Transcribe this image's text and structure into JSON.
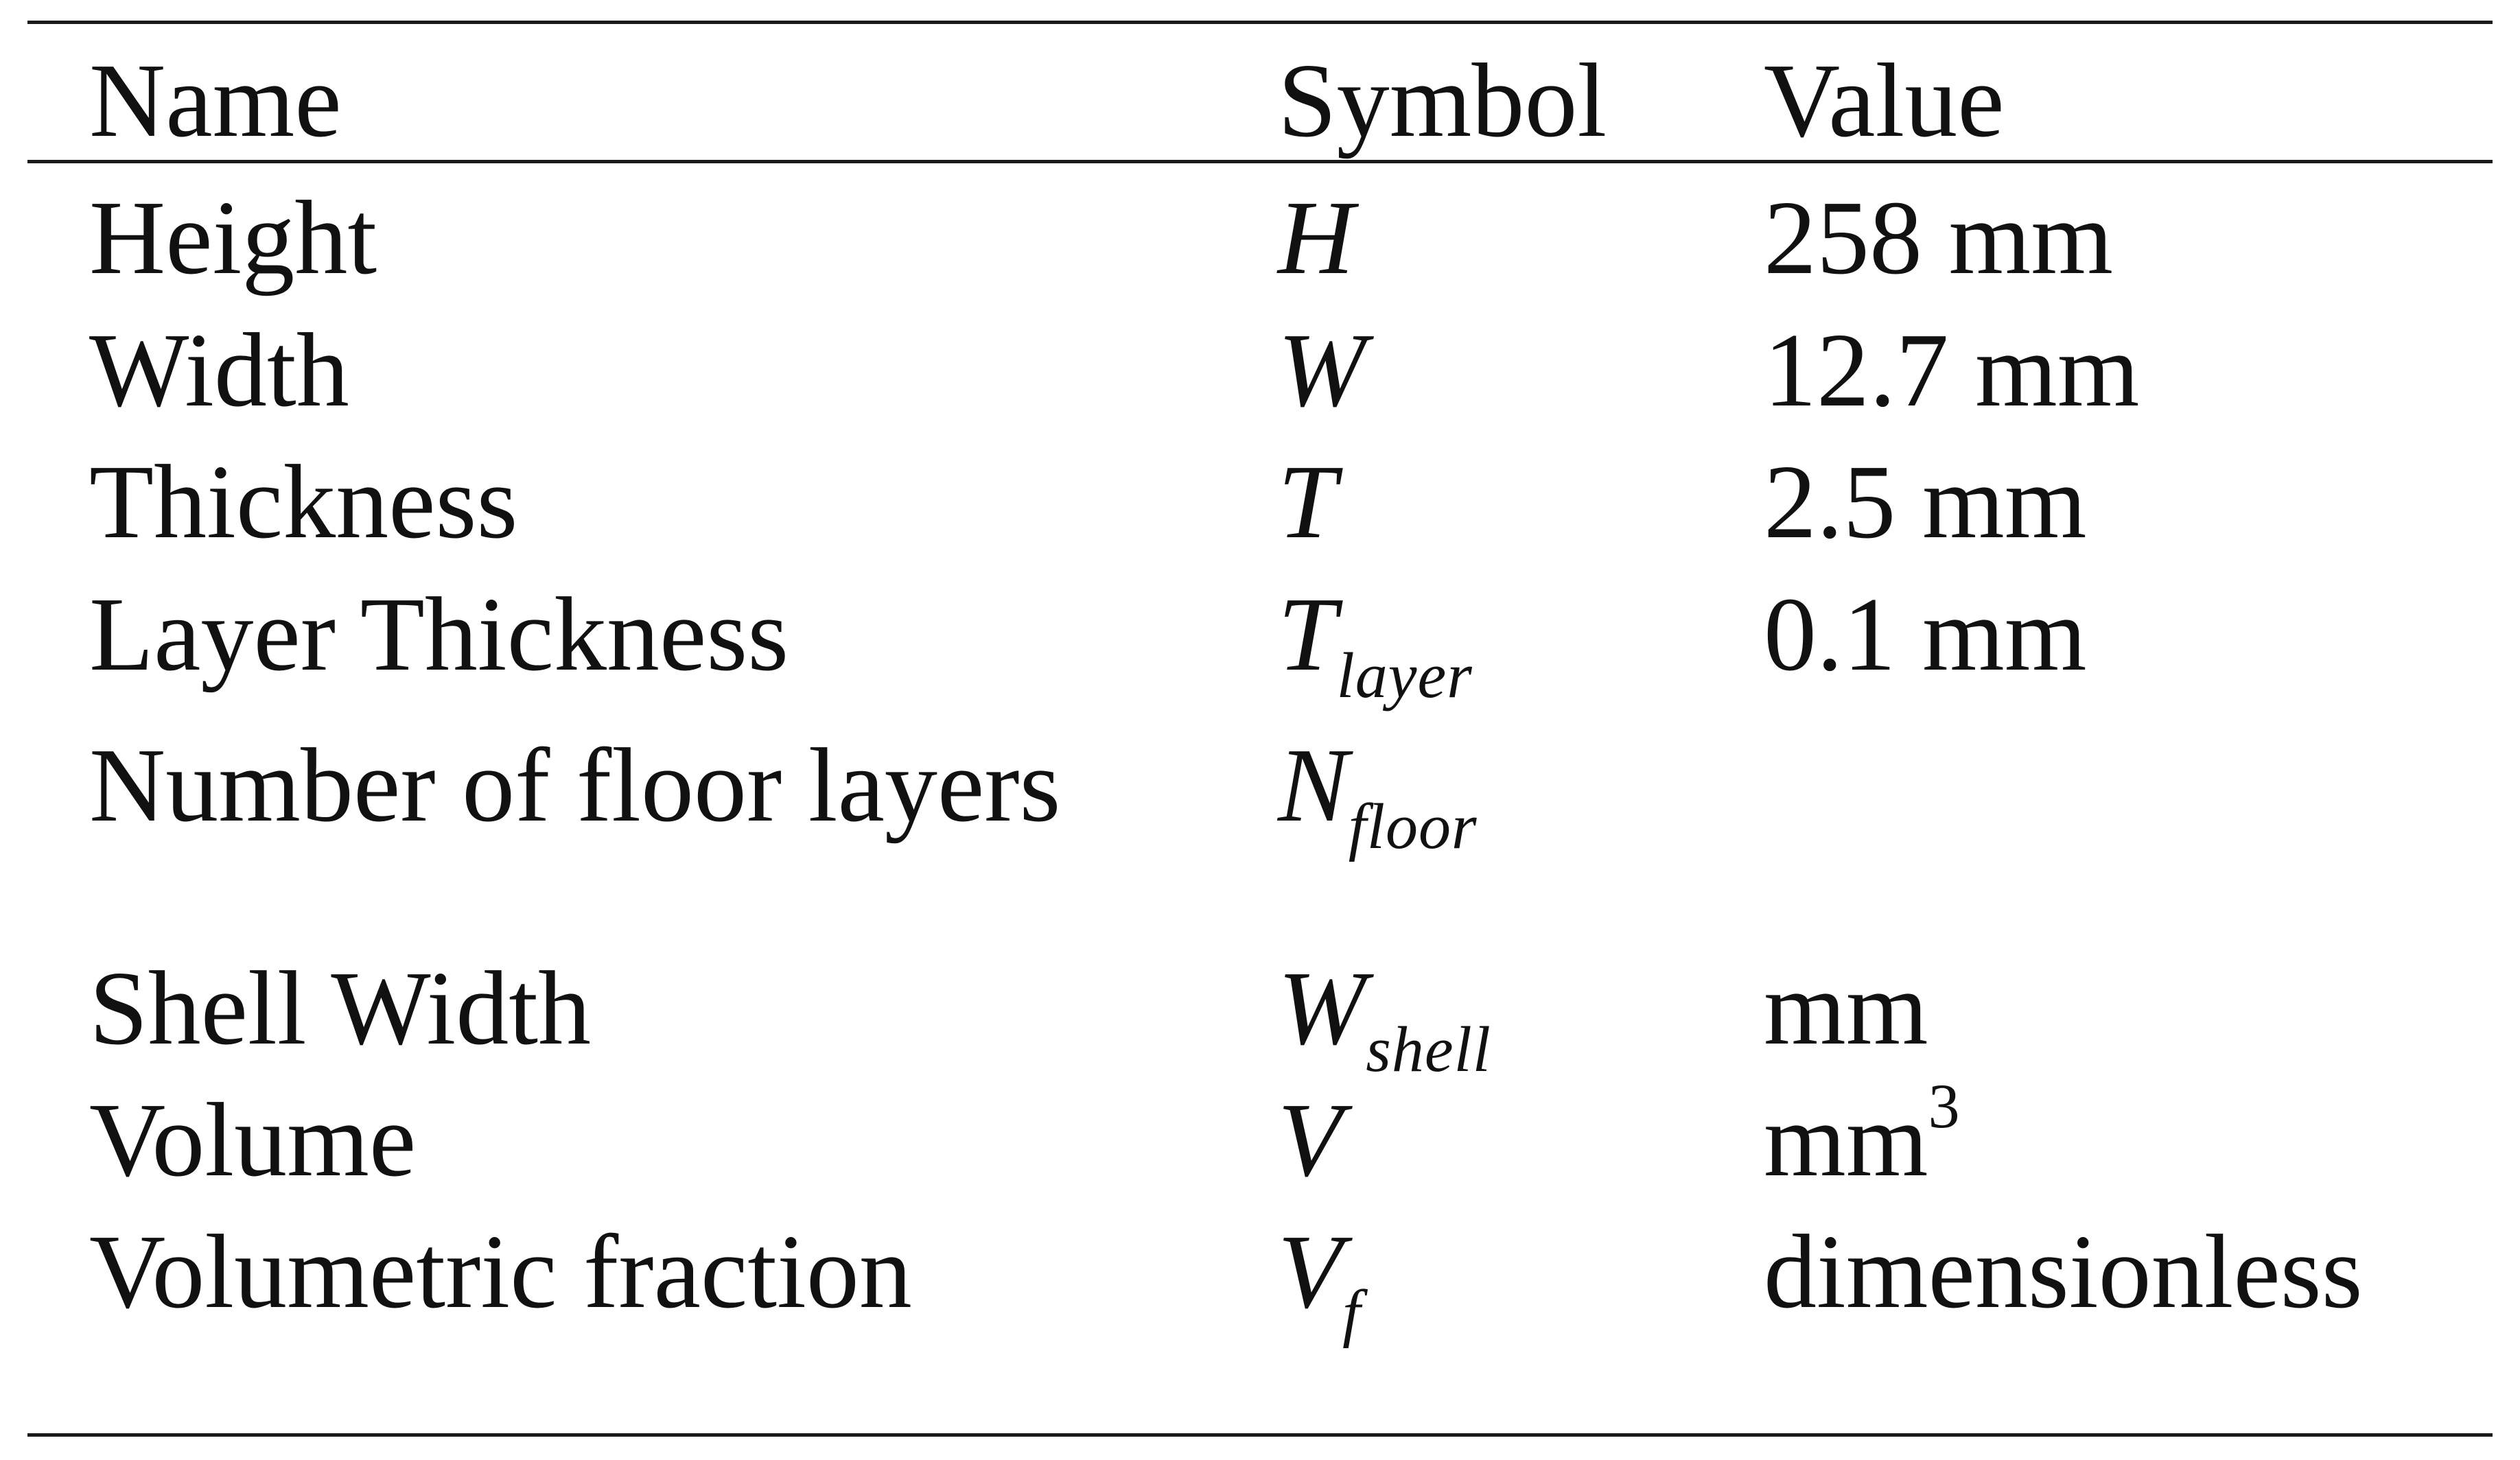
{
  "table": {
    "headers": {
      "name": "Name",
      "symbol": "Symbol",
      "value": "Value"
    },
    "rows": [
      {
        "name": "Height",
        "symbol": "H",
        "subscript": "",
        "value": "258 mm",
        "superscript": ""
      },
      {
        "name": "Width",
        "symbol": "W",
        "subscript": "",
        "value": "12.7 mm",
        "superscript": ""
      },
      {
        "name": "Thickness",
        "symbol": "T",
        "subscript": "",
        "value": "2.5 mm",
        "superscript": ""
      },
      {
        "name": "Layer Thickness",
        "symbol": "T",
        "subscript": "layer",
        "value": "0.1 mm",
        "superscript": ""
      },
      {
        "name": "Number of floor layers",
        "symbol": "N",
        "subscript": "floor",
        "value": "",
        "superscript": ""
      },
      {
        "name": "Shell Width",
        "symbol": "W",
        "subscript": "shell",
        "value": "mm",
        "superscript": ""
      },
      {
        "name": "Volume",
        "symbol": "V",
        "subscript": "",
        "value": "mm",
        "superscript": "3"
      },
      {
        "name": "Volumetric fraction",
        "symbol": "V",
        "subscript": "f",
        "value": "dimensionless",
        "superscript": ""
      }
    ]
  }
}
